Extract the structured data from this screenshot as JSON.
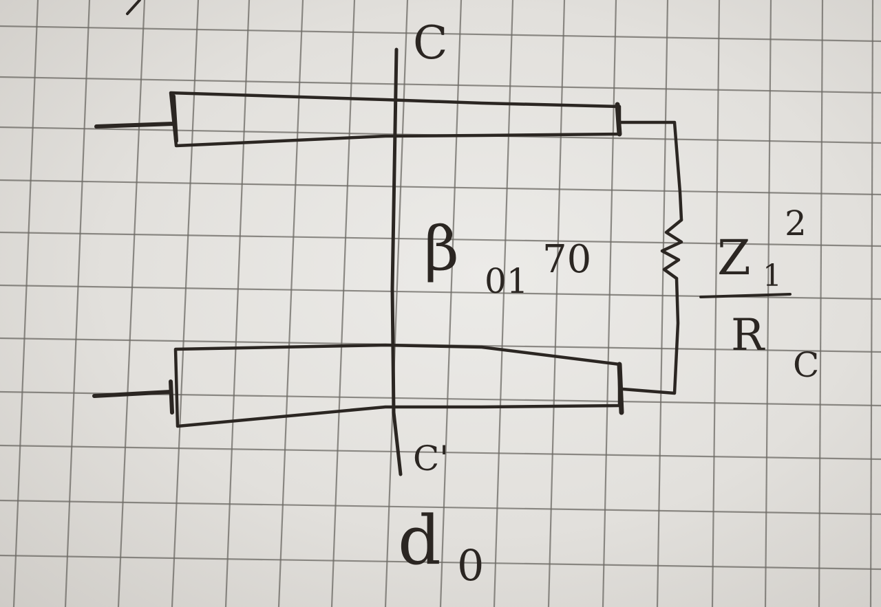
{
  "labels": {
    "top_end": "C",
    "bottom_end": "C'",
    "bottom_label": "d",
    "bottom_label_sub": "0",
    "beta": "β",
    "beta_sub": "01",
    "beta_sup": "70",
    "numerator": "Z",
    "numerator_sub": "1",
    "numerator_sup": "2",
    "denominator": "R",
    "denominator_sub": "C"
  }
}
